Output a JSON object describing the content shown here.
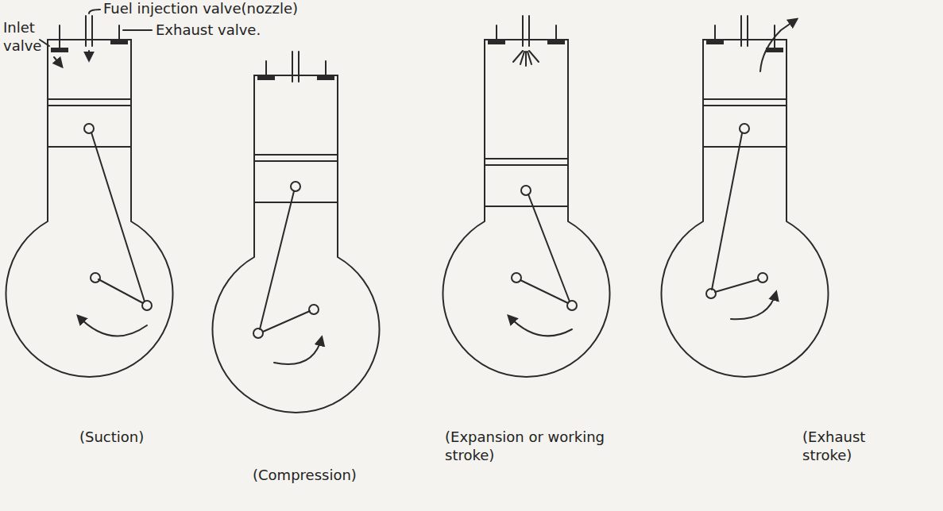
{
  "diagram": {
    "labels": [
      "Fuel injection valve(nozzle)",
      "Inlet valve",
      "Exhaust valve.",
      "(Suction)",
      "(Compression)",
      "(Expansion or working stroke)",
      "(Exhaust stroke)"
    ]
  }
}
